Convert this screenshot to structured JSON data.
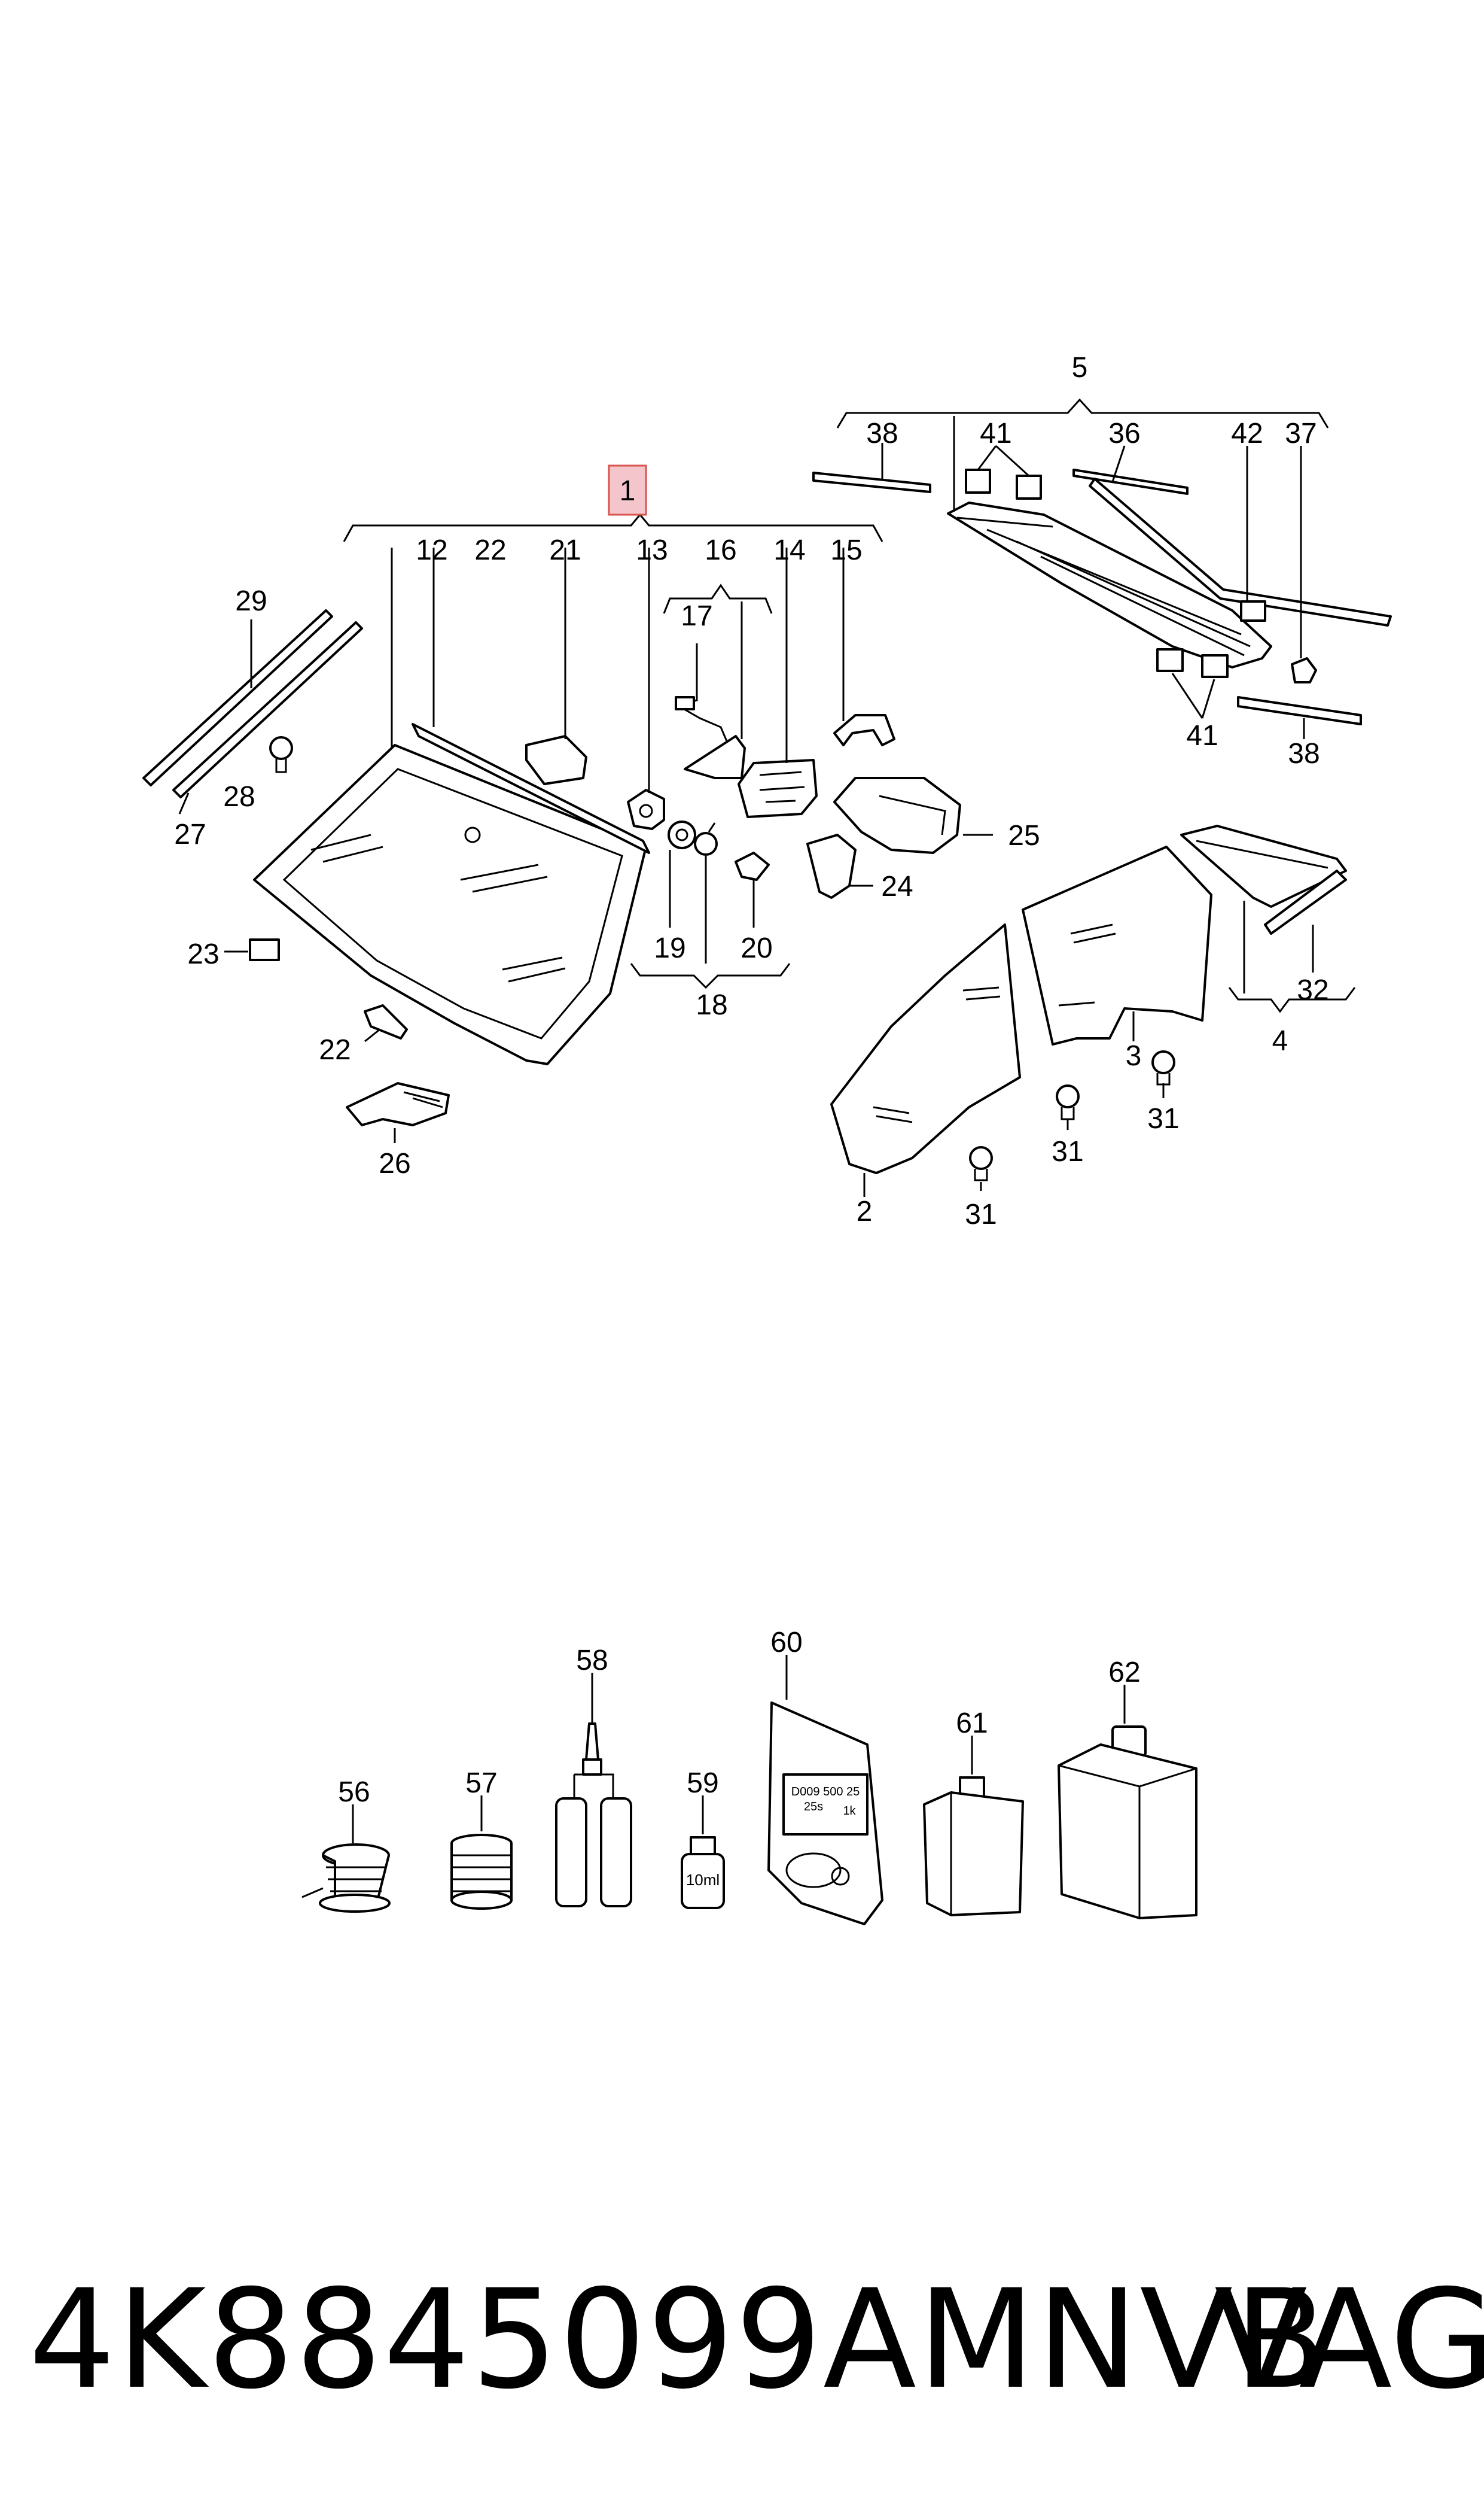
{
  "callouts": {
    "c1": "1",
    "c2": "2",
    "c3": "3",
    "c4": "4",
    "c5": "5",
    "c12": "12",
    "c13": "13",
    "c14": "14",
    "c15": "15",
    "c16": "16",
    "c17": "17",
    "c18": "18",
    "c19": "19",
    "c20": "20",
    "c21": "21",
    "c22a": "22",
    "c22b": "22",
    "c23": "23",
    "c24": "24",
    "c25": "25",
    "c26": "26",
    "c27": "27",
    "c28": "28",
    "c29": "29",
    "c31a": "31",
    "c31b": "31",
    "c31c": "31",
    "c32": "32",
    "c36": "36",
    "c37": "37",
    "c38a": "38",
    "c38b": "38",
    "c41a": "41",
    "c41b": "41",
    "c42": "42",
    "c56": "56",
    "c57": "57",
    "c58": "58",
    "c59": "59",
    "c60": "60",
    "c61": "61",
    "c62": "62"
  },
  "labels": {
    "bottle_volume": "10ml",
    "bag_line1": "D009 500 25",
    "bag_line2": "25s",
    "bag_line3": "1k"
  },
  "footer": {
    "part_number": "4K8845099AMNVB",
    "brand": "VAG"
  },
  "colors": {
    "highlight_fill": "#f4c6cc",
    "highlight_stroke": "#d9534f",
    "line": "#000000"
  }
}
